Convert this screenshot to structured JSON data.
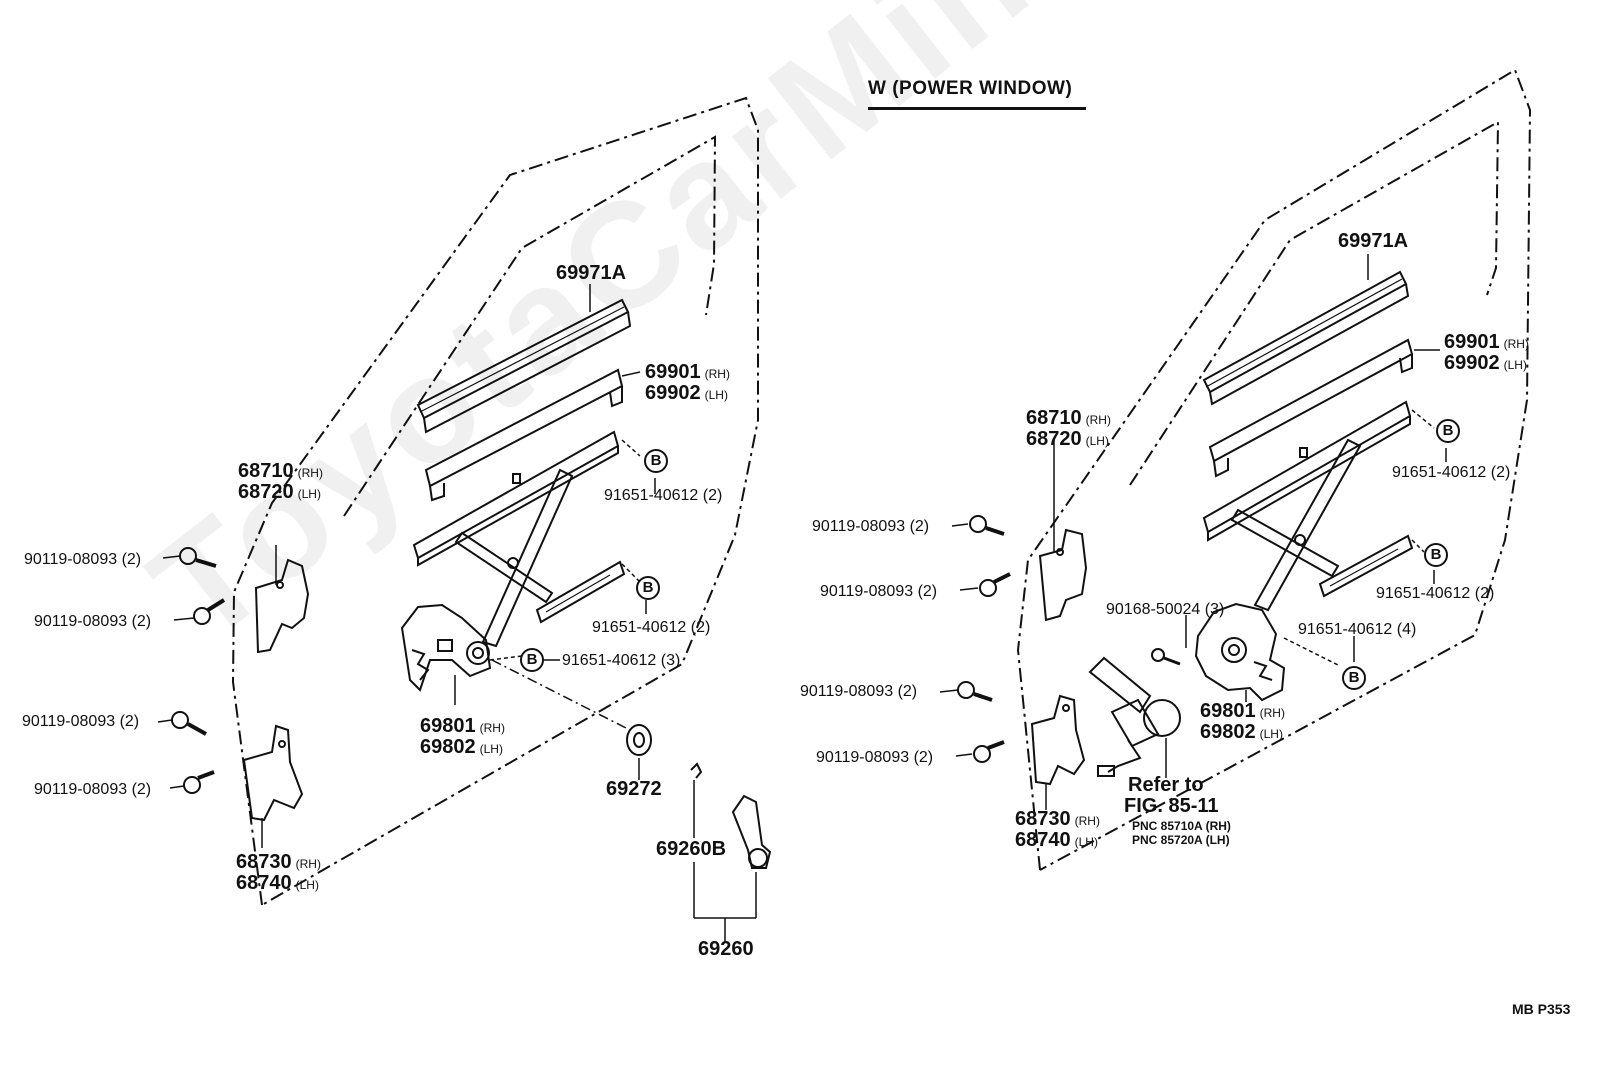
{
  "title": "W (POWER  WINDOW)",
  "watermark": "ToyotaCarMine.ru",
  "figure_code": "MB  P353",
  "left": {
    "glass_run": "69971A",
    "channel": {
      "rh": "69901",
      "rh_tag": "(RH)",
      "lh": "69902",
      "lh_tag": "(LH)"
    },
    "hinge_upper": {
      "rh": "68710",
      "rh_tag": "(RH)",
      "lh": "68720",
      "lh_tag": "(LH)"
    },
    "hinge_lower": {
      "rh": "68730",
      "rh_tag": "(RH)",
      "lh": "68740",
      "lh_tag": "(LH)"
    },
    "regulator": {
      "rh": "69801",
      "rh_tag": "(RH)",
      "lh": "69802",
      "lh_tag": "(LH)"
    },
    "bolts": [
      "90119-08093 (2)",
      "90119-08093 (2)",
      "90119-08093 (2)",
      "90119-08093 (2)"
    ],
    "screws": [
      "91651-40612 (2)",
      "91651-40612 (2)",
      "91651-40612 (3)"
    ],
    "badge": "B",
    "washer": "69272",
    "handle_clip": "69260B",
    "handle_assy": "69260"
  },
  "right": {
    "glass_run": "69971A",
    "channel": {
      "rh": "69901",
      "rh_tag": "(RH)",
      "lh": "69902",
      "lh_tag": "(LH)"
    },
    "hinge_upper": {
      "rh": "68710",
      "rh_tag": "(RH)",
      "lh": "68720",
      "lh_tag": "(LH)"
    },
    "hinge_lower": {
      "rh": "68730",
      "rh_tag": "(RH)",
      "lh": "68740",
      "lh_tag": "(LH)"
    },
    "regulator": {
      "rh": "69801",
      "rh_tag": "(RH)",
      "lh": "69802",
      "lh_tag": "(LH)"
    },
    "bolts": [
      "90119-08093 (2)",
      "90119-08093 (2)",
      "90119-08093 (2)",
      "90119-08093 (2)"
    ],
    "screws": [
      "91651-40612 (2)",
      "91651-40612 (2)",
      "91651-40612 (4)"
    ],
    "motor_screw": "90168-50024 (3)",
    "badge": "B",
    "refer_line1": "Refer to",
    "refer_line2": "FIG. 85-11",
    "pnc_rh": "PNC 85710A (RH)",
    "pnc_lh": "PNC 85720A (LH)"
  }
}
